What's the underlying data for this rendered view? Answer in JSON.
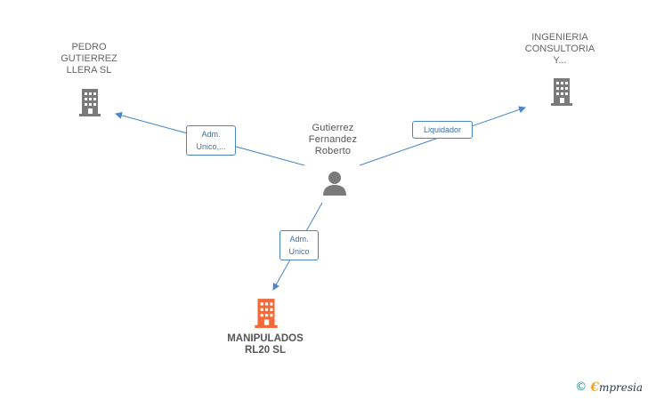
{
  "nodes": {
    "pedro": {
      "label": "PEDRO\nGUTIERREZ\nLLERA  SL",
      "icon": "building-icon",
      "color": "#7a7a7a"
    },
    "ingenieria": {
      "label": "INGENIERIA\nCONSULTORIA\nY...",
      "icon": "building-icon",
      "color": "#7a7a7a"
    },
    "person": {
      "label": "Gutierrez\nFernandez\nRoberto",
      "icon": "person-icon",
      "color": "#7a7a7a"
    },
    "manipulados": {
      "label": "MANIPULADOS\nRL20  SL",
      "icon": "building-icon",
      "color": "#f26a3a"
    }
  },
  "edges": {
    "to_pedro": {
      "label": "Adm.\nUnico,..."
    },
    "to_ingenieria": {
      "label": "Liquidador"
    },
    "to_manipulados": {
      "label": "Adm.\nUnico"
    }
  },
  "colors": {
    "edge": "#4a86c8"
  },
  "footer": {
    "copyright": "©",
    "brand_first": "€",
    "brand_rest": "mpresia"
  }
}
